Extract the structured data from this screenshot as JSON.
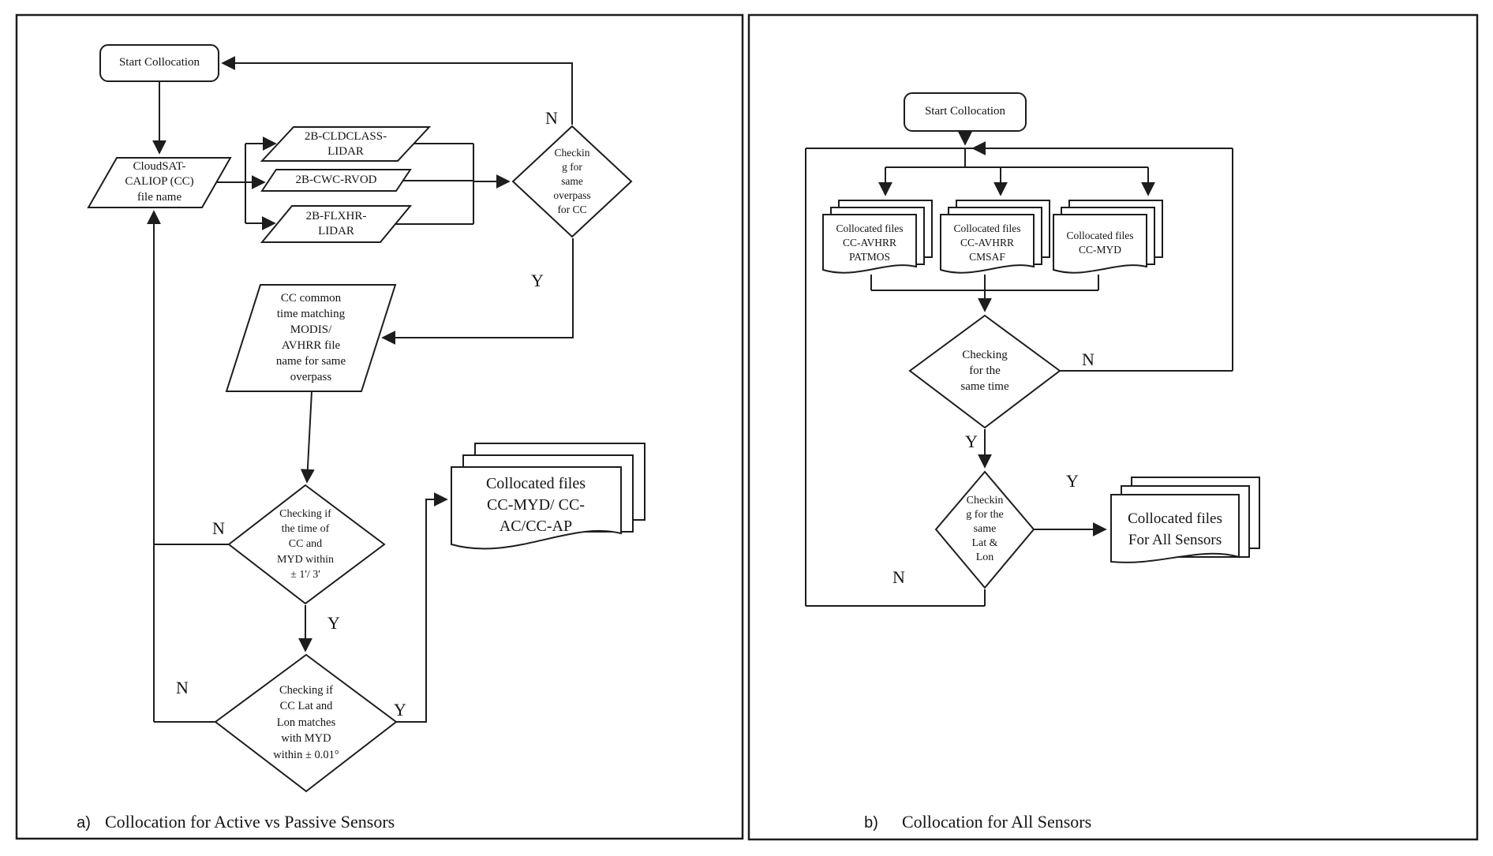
{
  "colors": {
    "stroke": "#1d1d1d",
    "background": "#ffffff"
  },
  "panel_a": {
    "caption_label": "a)",
    "caption": "Collocation for Active vs Passive Sensors",
    "start_label": "Start Collocation",
    "input_file": "CloudSAT-\nCALIOP (CC)\nfile name",
    "dataset_1": "2B-CLDCLASS-\nLIDAR",
    "dataset_2": "2B-CWC-RVOD",
    "dataset_3": "2B-FLXHR-\nLIDAR",
    "decision_overpass": "Checkin\ng for\nsame\noverpass\nfor CC",
    "process_time_match": "CC common\ntime matching\nMODIS/\nAVHRR file\nname for same\noverpass",
    "decision_time": "Checking if\nthe time of\nCC and\nMYD within\n± 1'/ 3'",
    "decision_latlon": "Checking if\nCC Lat and\nLon matches\nwith MYD\nwithin ± 0.01°",
    "output_stack": "Collocated files\nCC-MYD/ CC-\nAC/CC-AP",
    "label_no_overpass": "N",
    "label_yes_overpass": "Y",
    "label_no_time": "N",
    "label_yes_time": "Y",
    "label_no_latlon": "N",
    "label_yes_latlon": "Y"
  },
  "panel_b": {
    "caption_label": "b)",
    "caption": "Collocation for All Sensors",
    "start_label": "Start Collocation",
    "stack_1": "Collocated files\nCC-AVHRR\nPATMOS",
    "stack_2": "Collocated files\nCC-AVHRR\nCMSAF",
    "stack_3": "Collocated files\nCC-MYD",
    "decision_time": "Checking\nfor the\nsame time",
    "decision_latlon": "Checkin\ng for the\nsame\nLat &\nLon",
    "output_stack": "Collocated files\nFor All Sensors",
    "label_no_time": "N",
    "label_yes_time": "Y",
    "label_no_latlon": "N",
    "label_yes_latlon": "Y"
  }
}
